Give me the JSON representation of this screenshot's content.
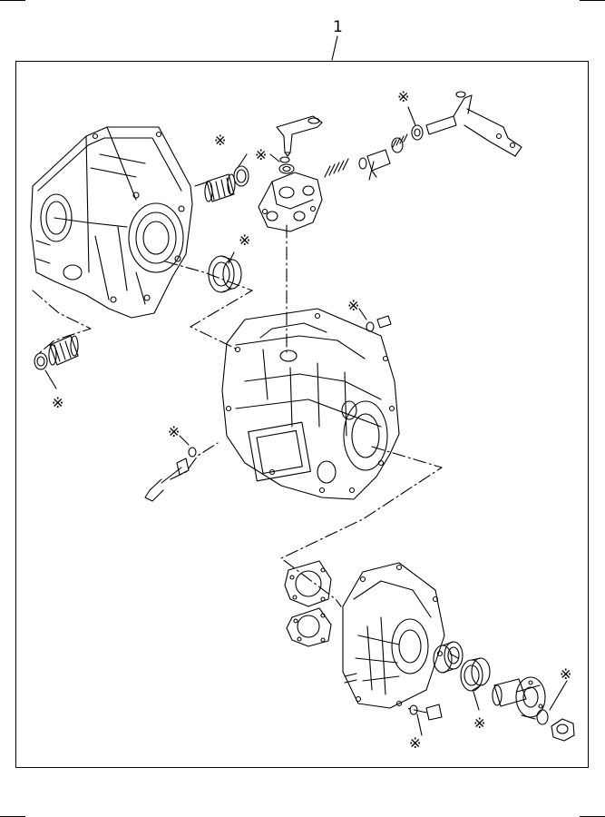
{
  "diagram": {
    "reference_number": "1",
    "replacement_mark": "※",
    "colors": {
      "line": "#000000",
      "background": "#ffffff"
    },
    "parts": [
      {
        "id": "clutch-housing"
      },
      {
        "id": "transmission-case"
      },
      {
        "id": "rear-extension-housing"
      },
      {
        "id": "shift-control-cover"
      },
      {
        "id": "shift-lever"
      },
      {
        "id": "shift-shaft-bracket"
      },
      {
        "id": "needle-bearing-upper"
      },
      {
        "id": "needle-bearing-lower"
      },
      {
        "id": "oil-seal-upper"
      },
      {
        "id": "oil-seal-lower"
      },
      {
        "id": "oil-seal-front"
      },
      {
        "id": "drain-plug"
      },
      {
        "id": "bolt-left"
      },
      {
        "id": "gasket-rear"
      },
      {
        "id": "gasket-rear-2"
      },
      {
        "id": "bearing-rear"
      },
      {
        "id": "oil-seal-rear"
      },
      {
        "id": "companion-flange"
      },
      {
        "id": "lock-nut"
      },
      {
        "id": "plug-bottom"
      }
    ]
  }
}
